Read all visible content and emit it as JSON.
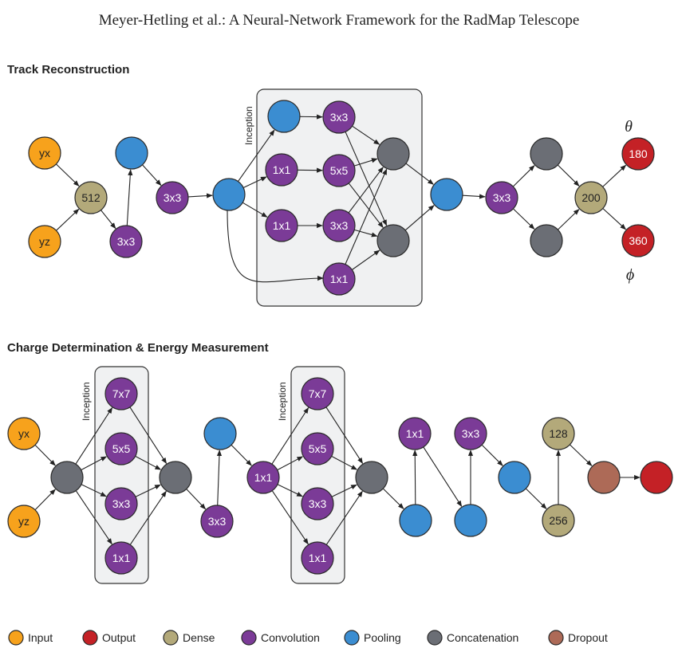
{
  "header": "Meyer-Hetling et al.: A Neural-Network Framework for the RadMap Telescope",
  "sections": {
    "track": "Track Reconstruction",
    "charge": "Charge Determination & Energy Measurement"
  },
  "inception_label": "Inception",
  "output_symbols": {
    "theta": "θ",
    "phi": "ϕ"
  },
  "colors": {
    "input": "#f7a21c",
    "output": "#c42126",
    "dense": "#b3a97a",
    "convolution": "#7b3b97",
    "pooling": "#3b8dd1",
    "concatenation": "#6b6e75",
    "dropout": "#ad6a57"
  },
  "legend": [
    {
      "type": "input",
      "label": "Input"
    },
    {
      "type": "output",
      "label": "Output"
    },
    {
      "type": "dense",
      "label": "Dense"
    },
    {
      "type": "convolution",
      "label": "Convolution"
    },
    {
      "type": "pooling",
      "label": "Pooling"
    },
    {
      "type": "concatenation",
      "label": "Concatenation"
    },
    {
      "type": "dropout",
      "label": "Dropout"
    }
  ],
  "track_nodes": [
    {
      "id": "t_yx",
      "type": "input",
      "label": "yx"
    },
    {
      "id": "t_yz",
      "type": "input",
      "label": "yz"
    },
    {
      "id": "t_512",
      "type": "dense",
      "label": "512"
    },
    {
      "id": "t_pool1",
      "type": "pooling",
      "label": ""
    },
    {
      "id": "t_c33a",
      "type": "convolution",
      "label": "3x3"
    },
    {
      "id": "t_c33b",
      "type": "convolution",
      "label": "3x3"
    },
    {
      "id": "t_pool2",
      "type": "pooling",
      "label": ""
    },
    {
      "id": "t_ipool",
      "type": "pooling",
      "label": ""
    },
    {
      "id": "t_i11a",
      "type": "convolution",
      "label": "1x1"
    },
    {
      "id": "t_i11b",
      "type": "convolution",
      "label": "1x1"
    },
    {
      "id": "t_i33a",
      "type": "convolution",
      "label": "3x3"
    },
    {
      "id": "t_i55",
      "type": "convolution",
      "label": "5x5"
    },
    {
      "id": "t_i33b",
      "type": "convolution",
      "label": "3x3"
    },
    {
      "id": "t_i11c",
      "type": "convolution",
      "label": "1x1"
    },
    {
      "id": "t_cat1",
      "type": "concatenation",
      "label": ""
    },
    {
      "id": "t_cat2",
      "type": "concatenation",
      "label": ""
    },
    {
      "id": "t_pool3",
      "type": "pooling",
      "label": ""
    },
    {
      "id": "t_c33c",
      "type": "convolution",
      "label": "3x3"
    },
    {
      "id": "t_cat3",
      "type": "concatenation",
      "label": ""
    },
    {
      "id": "t_cat4",
      "type": "concatenation",
      "label": ""
    },
    {
      "id": "t_200",
      "type": "dense",
      "label": "200"
    },
    {
      "id": "t_180",
      "type": "output",
      "label": "180"
    },
    {
      "id": "t_360",
      "type": "output",
      "label": "360"
    }
  ],
  "track_edges": [
    [
      "t_yx",
      "t_512"
    ],
    [
      "t_yz",
      "t_512"
    ],
    [
      "t_512",
      "t_c33b"
    ],
    [
      "t_c33b",
      "t_pool1"
    ],
    [
      "t_pool1",
      "t_c33a"
    ],
    [
      "t_c33a",
      "t_pool2"
    ],
    [
      "t_pool2",
      "t_ipool"
    ],
    [
      "t_pool2",
      "t_i11a"
    ],
    [
      "t_pool2",
      "t_i11b"
    ],
    [
      "t_pool2",
      "t_i11c"
    ],
    [
      "t_ipool",
      "t_i33a"
    ],
    [
      "t_i11a",
      "t_i55"
    ],
    [
      "t_i11b",
      "t_i33b"
    ],
    [
      "t_i33a",
      "t_cat1"
    ],
    [
      "t_i33a",
      "t_cat2"
    ],
    [
      "t_i55",
      "t_cat1"
    ],
    [
      "t_i55",
      "t_cat2"
    ],
    [
      "t_i33b",
      "t_cat1"
    ],
    [
      "t_i33b",
      "t_cat2"
    ],
    [
      "t_i11c",
      "t_cat1"
    ],
    [
      "t_i11c",
      "t_cat2"
    ],
    [
      "t_cat1",
      "t_pool3"
    ],
    [
      "t_cat2",
      "t_pool3"
    ],
    [
      "t_pool3",
      "t_c33c"
    ],
    [
      "t_c33c",
      "t_cat3"
    ],
    [
      "t_c33c",
      "t_cat4"
    ],
    [
      "t_cat3",
      "t_200"
    ],
    [
      "t_cat4",
      "t_200"
    ],
    [
      "t_200",
      "t_180"
    ],
    [
      "t_200",
      "t_360"
    ]
  ],
  "charge_nodes": [
    {
      "id": "c_yx",
      "type": "input",
      "label": "yx"
    },
    {
      "id": "c_yz",
      "type": "input",
      "label": "yz"
    },
    {
      "id": "c_cat1",
      "type": "concatenation",
      "label": ""
    },
    {
      "id": "c_77a",
      "type": "convolution",
      "label": "7x7"
    },
    {
      "id": "c_55a",
      "type": "convolution",
      "label": "5x5"
    },
    {
      "id": "c_33a",
      "type": "convolution",
      "label": "3x3"
    },
    {
      "id": "c_11a",
      "type": "convolution",
      "label": "1x1"
    },
    {
      "id": "c_cat2",
      "type": "concatenation",
      "label": ""
    },
    {
      "id": "c_33b",
      "type": "convolution",
      "label": "3x3"
    },
    {
      "id": "c_pool1",
      "type": "pooling",
      "label": ""
    },
    {
      "id": "c_11b",
      "type": "convolution",
      "label": "1x1"
    },
    {
      "id": "c_77b",
      "type": "convolution",
      "label": "7x7"
    },
    {
      "id": "c_55b",
      "type": "convolution",
      "label": "5x5"
    },
    {
      "id": "c_33c",
      "type": "convolution",
      "label": "3x3"
    },
    {
      "id": "c_11c",
      "type": "convolution",
      "label": "1x1"
    },
    {
      "id": "c_cat3",
      "type": "concatenation",
      "label": ""
    },
    {
      "id": "c_pool2",
      "type": "pooling",
      "label": ""
    },
    {
      "id": "c_11d",
      "type": "convolution",
      "label": "1x1"
    },
    {
      "id": "c_pool3",
      "type": "pooling",
      "label": ""
    },
    {
      "id": "c_33d",
      "type": "convolution",
      "label": "3x3"
    },
    {
      "id": "c_pool4",
      "type": "pooling",
      "label": ""
    },
    {
      "id": "c_256",
      "type": "dense",
      "label": "256"
    },
    {
      "id": "c_128",
      "type": "dense",
      "label": "128"
    },
    {
      "id": "c_drop",
      "type": "dropout",
      "label": ""
    },
    {
      "id": "c_out",
      "type": "output",
      "label": ""
    }
  ],
  "charge_edges": [
    [
      "c_yx",
      "c_cat1"
    ],
    [
      "c_yz",
      "c_cat1"
    ],
    [
      "c_cat1",
      "c_77a"
    ],
    [
      "c_cat1",
      "c_55a"
    ],
    [
      "c_cat1",
      "c_33a"
    ],
    [
      "c_cat1",
      "c_11a"
    ],
    [
      "c_77a",
      "c_cat2"
    ],
    [
      "c_55a",
      "c_cat2"
    ],
    [
      "c_33a",
      "c_cat2"
    ],
    [
      "c_11a",
      "c_cat2"
    ],
    [
      "c_cat2",
      "c_33b"
    ],
    [
      "c_33b",
      "c_pool1"
    ],
    [
      "c_pool1",
      "c_11b"
    ],
    [
      "c_11b",
      "c_77b"
    ],
    [
      "c_11b",
      "c_55b"
    ],
    [
      "c_11b",
      "c_33c"
    ],
    [
      "c_11b",
      "c_11c"
    ],
    [
      "c_77b",
      "c_cat3"
    ],
    [
      "c_55b",
      "c_cat3"
    ],
    [
      "c_33c",
      "c_cat3"
    ],
    [
      "c_11c",
      "c_cat3"
    ],
    [
      "c_cat3",
      "c_pool2"
    ],
    [
      "c_pool2",
      "c_11d"
    ],
    [
      "c_11d",
      "c_pool3"
    ],
    [
      "c_pool3",
      "c_33d"
    ],
    [
      "c_33d",
      "c_pool4"
    ],
    [
      "c_pool4",
      "c_256"
    ],
    [
      "c_256",
      "c_128"
    ],
    [
      "c_128",
      "c_drop"
    ],
    [
      "c_drop",
      "c_out"
    ]
  ]
}
